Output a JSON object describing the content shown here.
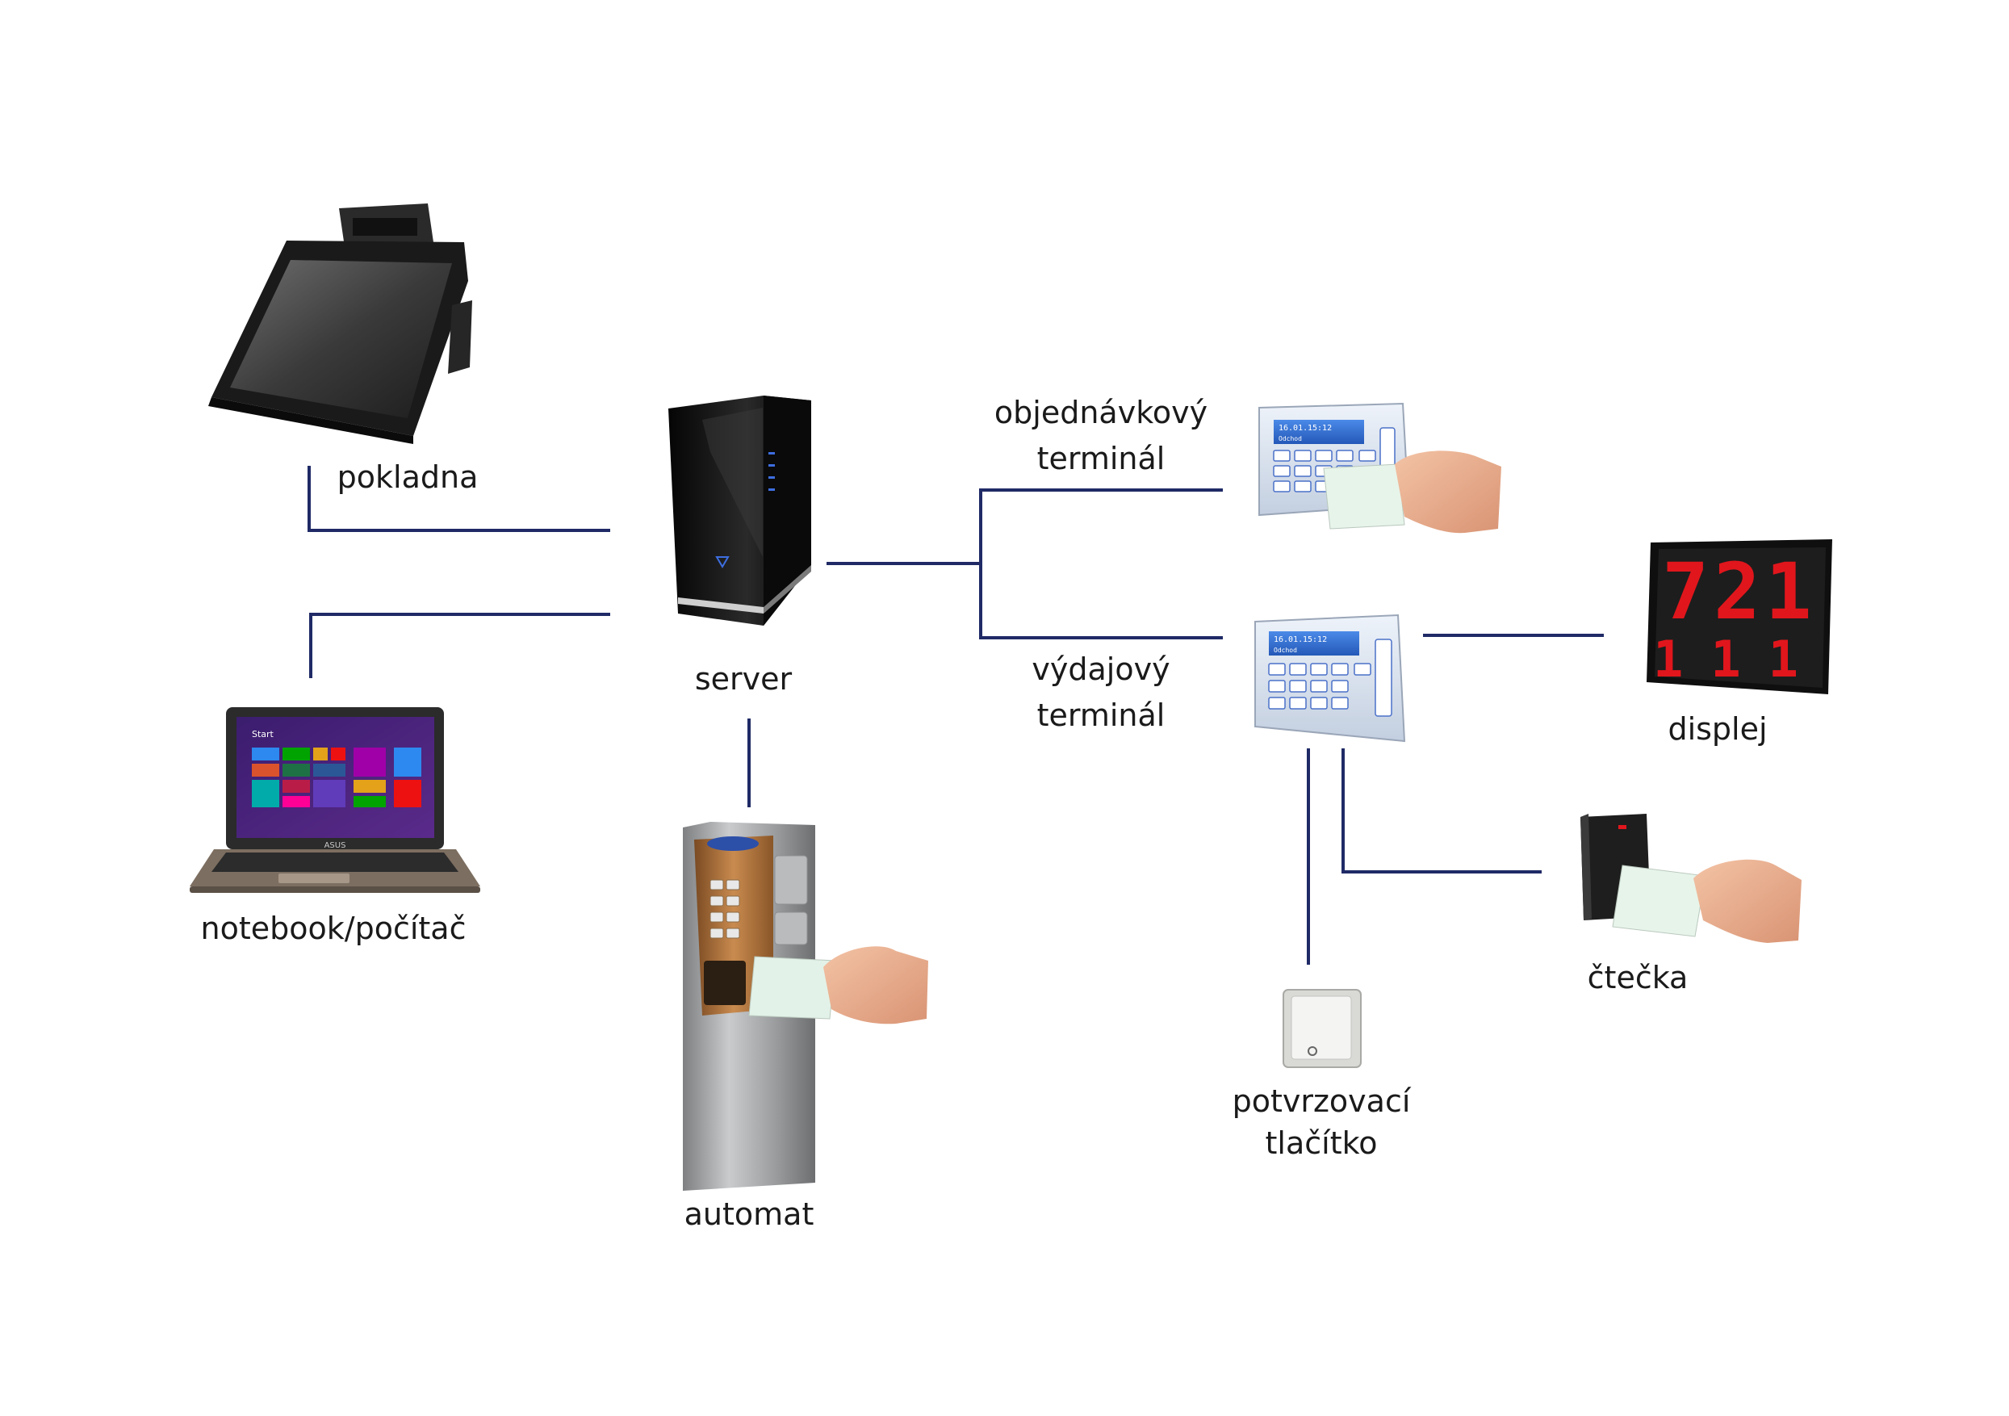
{
  "nodes": {
    "pokladna": {
      "label": "pokladna",
      "icon": "pos-terminal-icon"
    },
    "notebook": {
      "label": "notebook/počítač",
      "icon": "laptop-icon"
    },
    "server": {
      "label": "server",
      "icon": "server-tower-icon"
    },
    "automat": {
      "label": "automat",
      "icon": "vending-machine-icon"
    },
    "objednavkovy": {
      "label_line1": "objednávkový",
      "label_line2": "terminál",
      "icon": "card-terminal-icon"
    },
    "vydajovy": {
      "label_line1": "výdajový",
      "label_line2": "terminál",
      "icon": "card-terminal-icon"
    },
    "displej": {
      "label": "displej",
      "icon": "led-display-icon"
    },
    "ctecka": {
      "label": "čtečka",
      "icon": "card-reader-icon"
    },
    "tlacitko": {
      "label_line1": "potvrzovací",
      "label_line2": "tlačítko",
      "icon": "push-button-icon"
    }
  },
  "screens": {
    "terminal_top": {
      "left": "16.01.",
      "right": "15:12",
      "sub": "Odchod"
    },
    "terminal_bottom": {
      "left": "16.01.",
      "right": "15:12",
      "sub": "Odchod"
    },
    "display_top_digits": "721",
    "display_bottom_digits": "111",
    "laptop_start": "Start",
    "laptop_brand": "ASUS"
  },
  "colors": {
    "connector": "#1f2a66",
    "display_led": "#e0161c",
    "terminal_screen": "#2f6bd6"
  }
}
